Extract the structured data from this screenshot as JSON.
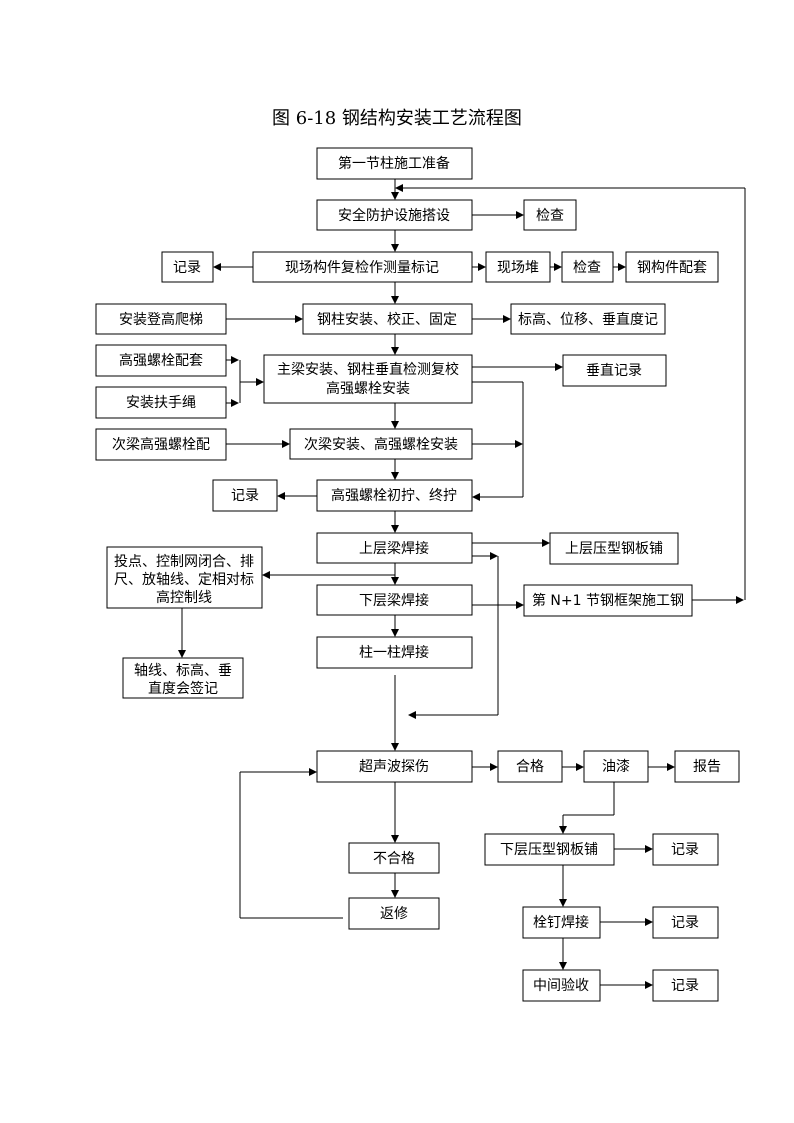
{
  "title": "图 6-18 钢结构安装工艺流程图",
  "nodes": {
    "n1": "第一节柱施工准备",
    "n2": "安全防护设施搭设",
    "n3": "检查",
    "n4": "记录",
    "n5": "现场构件复检作测量标记",
    "n6": "现场堆",
    "n7": "检查",
    "n8": "钢构件配套",
    "n9": "安装登高爬梯",
    "n10": "钢柱安装、校正、固定",
    "n11": "标高、位移、垂直度记",
    "n12": "高强螺栓配套",
    "n13": "安装扶手绳",
    "n14a": "主梁安装、钢柱垂直检测复校",
    "n14b": "高强螺栓安装",
    "n15": "垂直记录",
    "n16": "次梁高强螺栓配",
    "n17": "次梁安装、高强螺栓安装",
    "n18": "记录",
    "n19": "高强螺栓初拧、终拧",
    "n20": "上层梁焊接",
    "n21": "上层压型钢板铺",
    "n22a": "投点、控制网闭合、排",
    "n22b": "尺、放轴线、定相对标",
    "n22c": "高控制线",
    "n23": "下层梁焊接",
    "n24": "第 N+1 节钢框架施工钢",
    "n25a": "轴线、标高、垂",
    "n25b": "直度会签记",
    "n26": "柱一柱焊接",
    "n27": "超声波探伤",
    "n28": "合格",
    "n29": "油漆",
    "n30": "报告",
    "n31": "下层压型钢板铺",
    "n32": "记录",
    "n33": "不合格",
    "n34": "返修",
    "n35": "栓钉焊接",
    "n36": "记录",
    "n37": "中间验收",
    "n38": "记录"
  }
}
